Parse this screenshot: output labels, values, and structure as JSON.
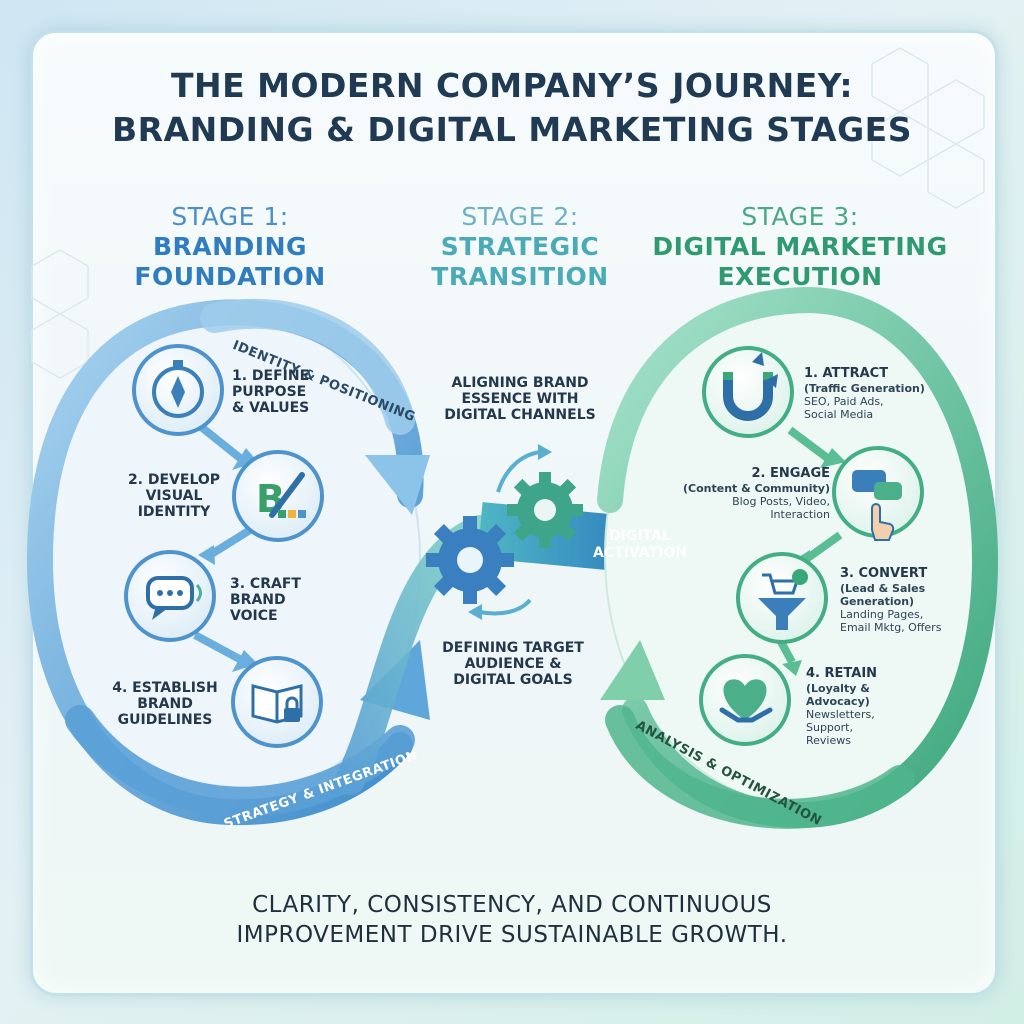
{
  "title": {
    "line1": "THE MODERN COMPANY’S JOURNEY:",
    "line2": "BRANDING & DIGITAL MARKETING STAGES"
  },
  "stage1": {
    "num": "STAGE 1:",
    "name1": "BRANDING",
    "name2": "FOUNDATION",
    "arc_label": "IDENTITY & POSITIONING",
    "bottom_label": "STRATEGY & INTEGRATION",
    "steps": [
      {
        "l1": "1. DEFINE",
        "l2": "PURPOSE",
        "l3": "& VALUES",
        "icon": "compass-icon"
      },
      {
        "l1": "2. DEVELOP",
        "l2": "VISUAL",
        "l3": "IDENTITY",
        "icon": "design-brush-icon"
      },
      {
        "l1": "3. CRAFT",
        "l2": "BRAND",
        "l3": "VOICE",
        "icon": "speech-bubble-icon"
      },
      {
        "l1": "4. ESTABLISH",
        "l2": "BRAND",
        "l3": "GUIDELINES",
        "icon": "guidebook-lock-icon"
      }
    ]
  },
  "stage2": {
    "num": "STAGE 2:",
    "name1": "STRATEGIC",
    "name2": "TRANSITION",
    "top_text": [
      "ALIGNING BRAND",
      "ESSENCE WITH",
      "DIGITAL CHANNELS"
    ],
    "bottom_text": [
      "DEFINING TARGET",
      "AUDIENCE &",
      "DIGITAL GOALS"
    ],
    "activation": [
      "DIGITAL",
      "ACTIVATION"
    ]
  },
  "stage3": {
    "num": "STAGE 3:",
    "name1": "DIGITAL MARKETING",
    "name2": "EXECUTION",
    "bottom_label": "ANALYSIS & OPTIMIZATION",
    "steps": [
      {
        "title": "1. ATTRACT",
        "sub_bold": [
          "(Traffic Generation)"
        ],
        "sub": [
          "SEO, Paid Ads,",
          "Social Media"
        ],
        "icon": "magnet-icon"
      },
      {
        "title": "2. ENGAGE",
        "sub_bold": [
          "(Content & Community)"
        ],
        "sub": [
          "Blog Posts, Video,",
          "Interaction"
        ],
        "icon": "chat-touch-icon"
      },
      {
        "title": "3. CONVERT",
        "sub_bold": [
          "(Lead & Sales",
          "Generation)"
        ],
        "sub": [
          "Landing Pages,",
          "Email Mktg, Offers"
        ],
        "icon": "cart-funnel-icon"
      },
      {
        "title": "4. RETAIN",
        "sub_bold": [
          "(Loyalty &",
          "Advocacy)"
        ],
        "sub": [
          "Newsletters,",
          "Support,",
          "Reviews"
        ],
        "icon": "handshake-heart-icon"
      }
    ]
  },
  "footer": {
    "line1": "CLARITY, CONSISTENCY, AND CONTINUOUS",
    "line2": "IMPROVEMENT DRIVE SUSTAINABLE GROWTH."
  },
  "colors": {
    "blue": "#3a86c6",
    "teal": "#4fb3b4",
    "green": "#3aa779",
    "title": "#1f3a52"
  }
}
